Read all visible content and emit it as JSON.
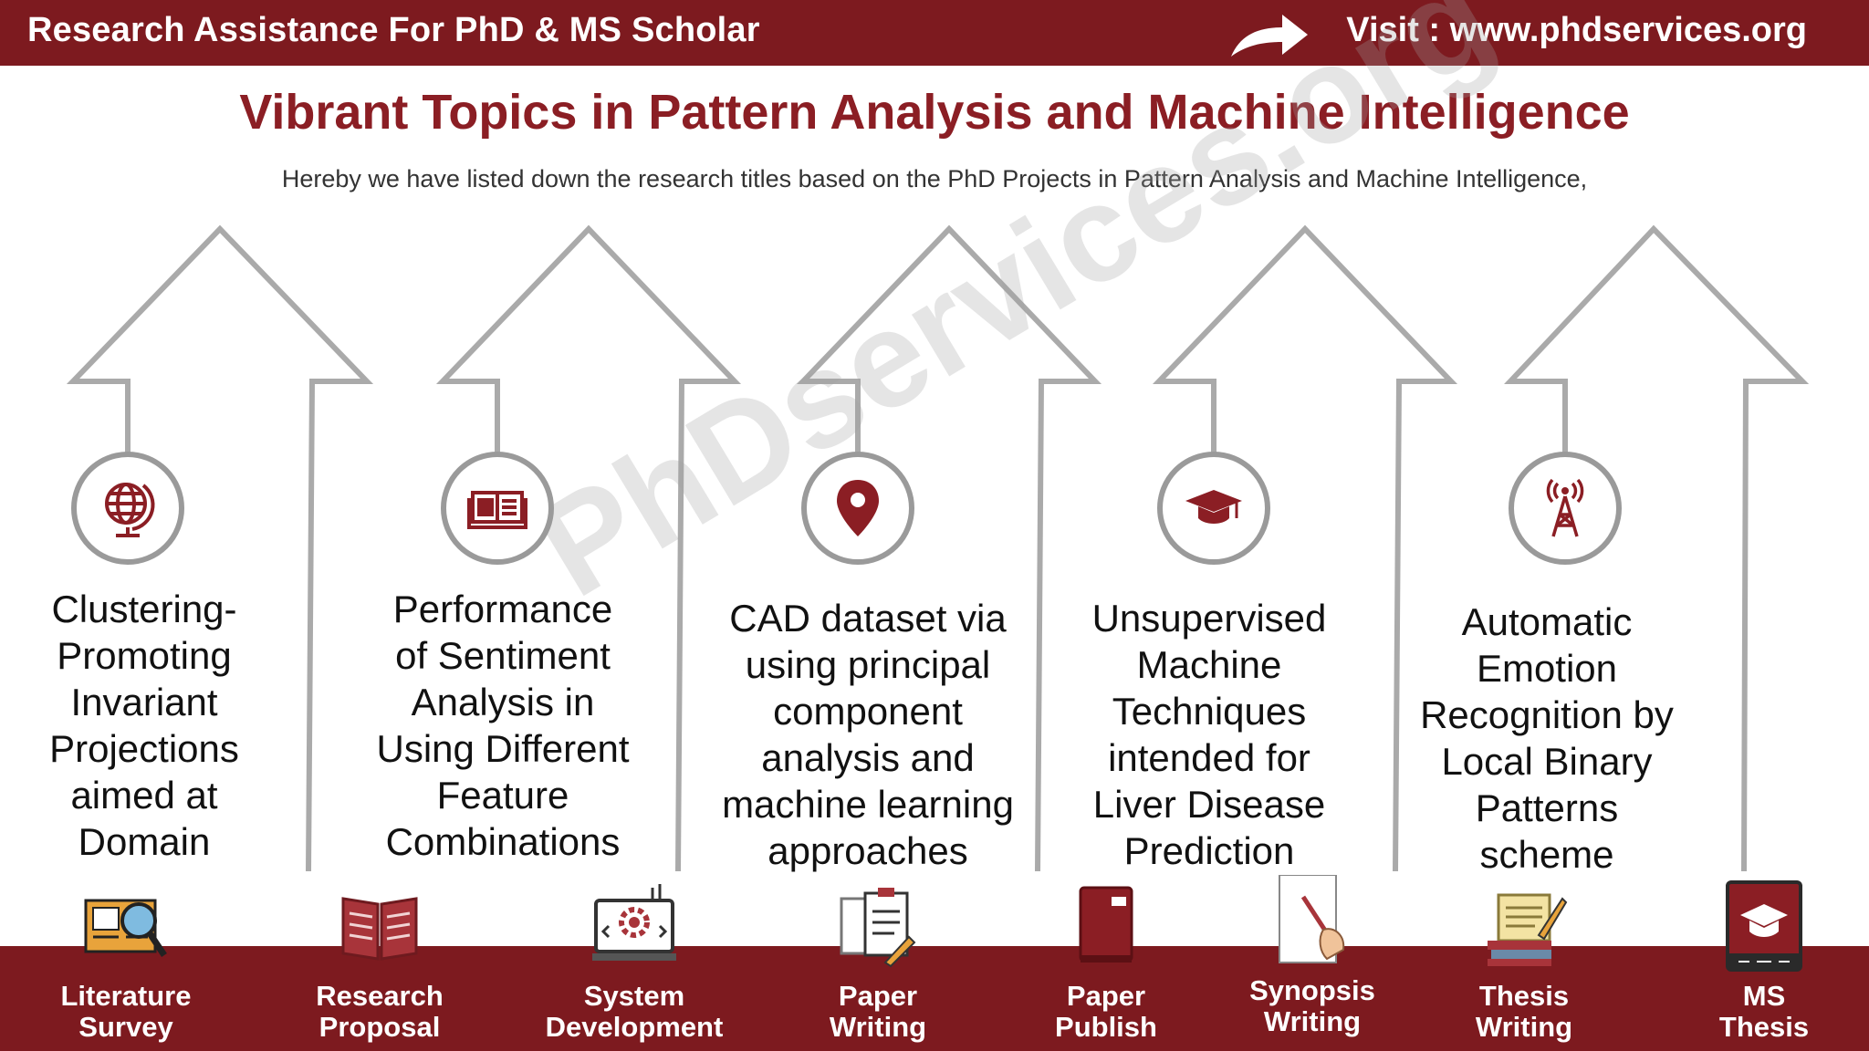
{
  "header": {
    "left_text": "Research Assistance For PhD & MS Scholar",
    "right_text": "Visit : www.phdservices.org"
  },
  "title": "Vibrant Topics in Pattern Analysis and Machine Intelligence",
  "subtitle": "Hereby we have listed down the research titles based on the PhD Projects in Pattern Analysis and Machine Intelligence,",
  "watermark": "PhDservices.org",
  "topics": [
    {
      "icon": "globe-icon",
      "lines": [
        "Clustering-",
        "Promoting",
        "Invariant",
        "Projections",
        "aimed at",
        "Domain"
      ]
    },
    {
      "icon": "book-icon",
      "lines": [
        "Performance",
        "of Sentiment",
        "Analysis in",
        "Using Different",
        "Feature",
        "Combinations"
      ]
    },
    {
      "icon": "location-pin-icon",
      "lines": [
        "CAD dataset via",
        "using principal",
        "component",
        "analysis and",
        "machine learning",
        "approaches"
      ]
    },
    {
      "icon": "graduation-cap-icon",
      "lines": [
        "Unsupervised",
        "Machine",
        "Techniques",
        "intended for",
        "Liver Disease",
        "Prediction"
      ]
    },
    {
      "icon": "antenna-tower-icon",
      "lines": [
        "Automatic",
        "Emotion",
        "Recognition by",
        "Local Binary",
        "Patterns",
        "scheme"
      ]
    }
  ],
  "services": [
    {
      "icon": "literature-survey-icon",
      "lines": [
        "Literature",
        "Survey"
      ]
    },
    {
      "icon": "research-proposal-icon",
      "lines": [
        "Research",
        "Proposal"
      ]
    },
    {
      "icon": "system-development-icon",
      "lines": [
        "System",
        "Development"
      ]
    },
    {
      "icon": "paper-writing-icon",
      "lines": [
        "Paper",
        "Writing"
      ]
    },
    {
      "icon": "paper-publish-icon",
      "lines": [
        "Paper",
        "Publish"
      ]
    },
    {
      "icon": "synopsis-writing-icon",
      "lines": [
        "Synopsis",
        "Writing"
      ]
    },
    {
      "icon": "thesis-writing-icon",
      "lines": [
        "Thesis",
        "Writing"
      ]
    },
    {
      "icon": "ms-thesis-icon",
      "lines": [
        "MS",
        "Thesis"
      ]
    }
  ],
  "colors": {
    "brand": "#7d1a1f",
    "title": "#8b1e24",
    "arrow_outline": "#9a9a9a",
    "icon": "#8b1e24"
  }
}
